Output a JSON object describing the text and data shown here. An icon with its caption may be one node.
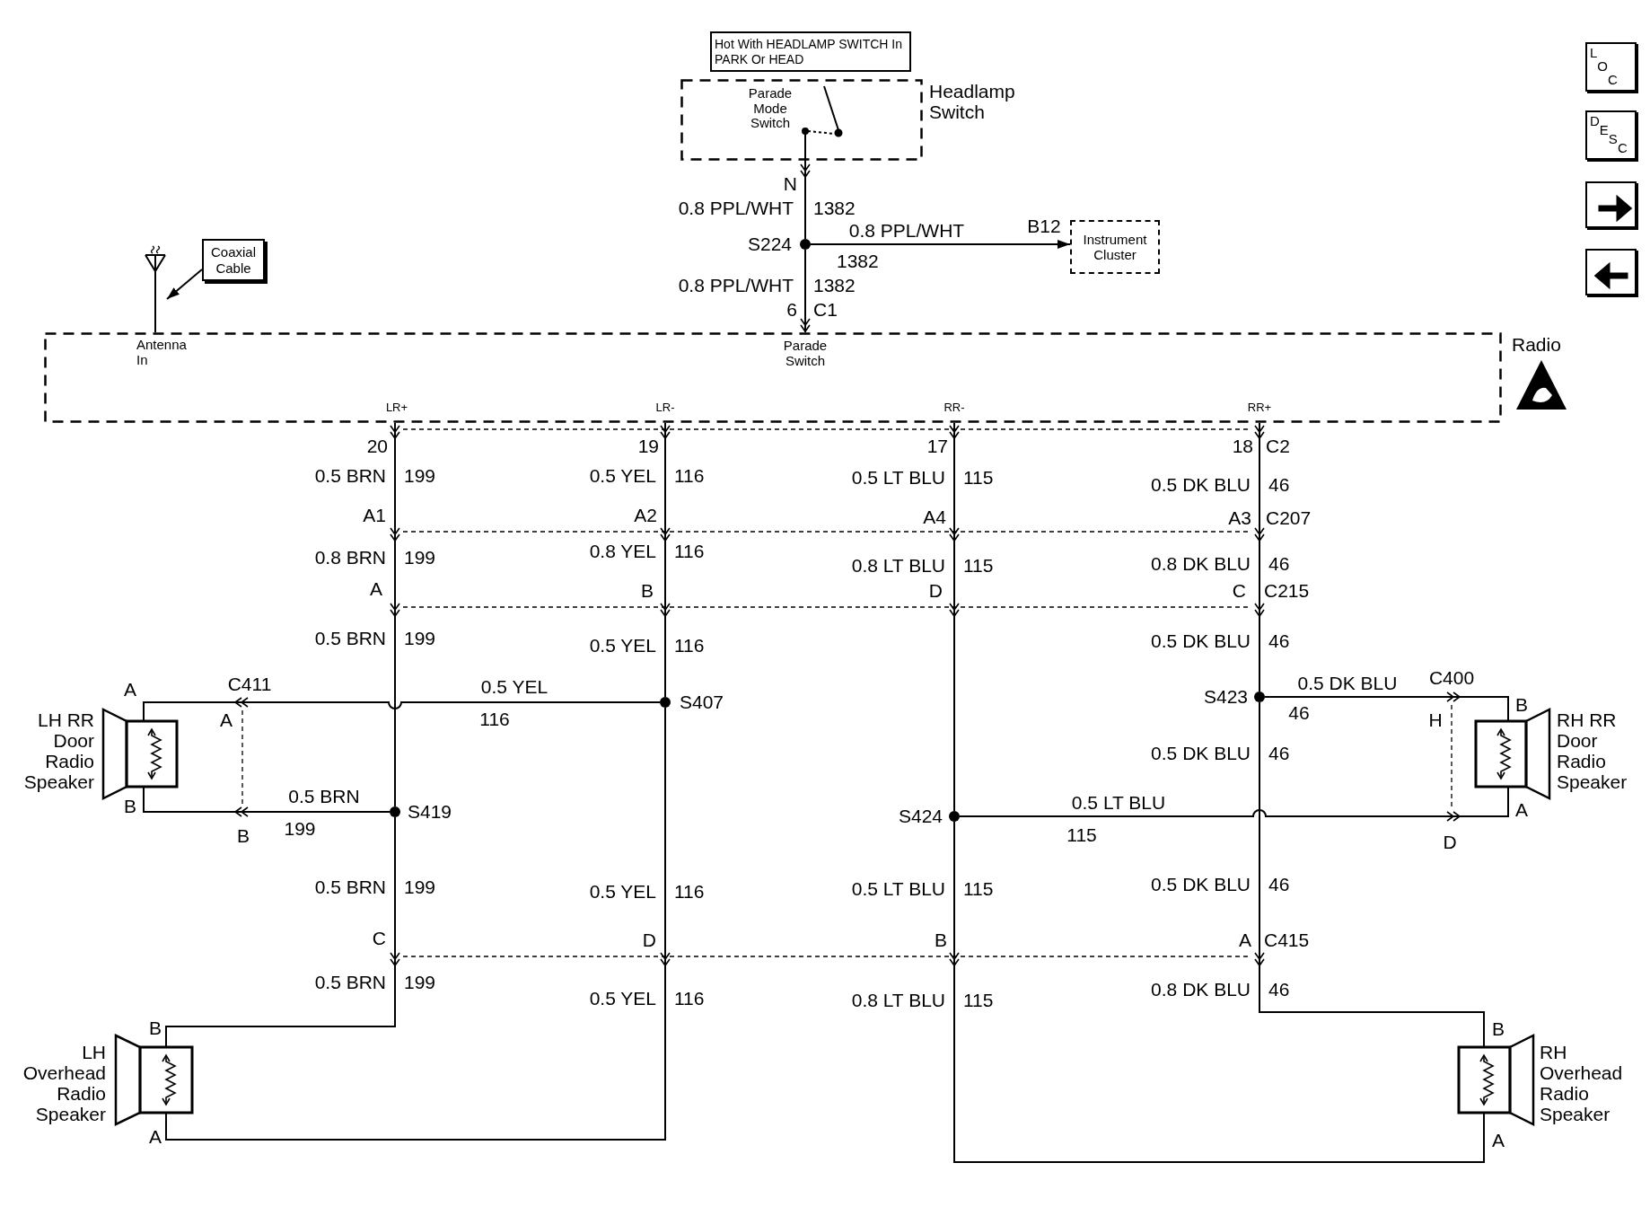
{
  "diagram": {
    "nodes": [
      {
        "text": [
          "Hot With HEADLAMP SWITCH In PARK Or HEAD"
        ]
      },
      {
        "text": [
          "Parade Mode Switch",
          "Headlamp Switch"
        ]
      },
      {
        "text": [
          "Coaxial Cable"
        ]
      },
      {
        "text": [],
        "shape": "picture"
      },
      {
        "text": [],
        "shape": "circle",
        "beside": [
          "S224"
        ]
      },
      {
        "text": [
          "Instrument Cluster"
        ]
      },
      {
        "text": [
          "Antenna In",
          "Parade Switch",
          "Radio",
          "LR+",
          "LR-",
          "RR-",
          "RR+"
        ]
      },
      {
        "text": [],
        "shape": "circle",
        "beside": [
          "S407"
        ]
      },
      {
        "text": [],
        "shape": "circle",
        "beside": [
          "S423"
        ]
      },
      {
        "text": [
          "LH RR Door Radio Speaker"
        ]
      },
      {
        "text": [
          "RH RR Door Radio Speaker"
        ]
      },
      {
        "text": [],
        "shape": "circle",
        "beside": [
          "S419"
        ]
      },
      {
        "text": [],
        "shape": "circle",
        "beside": [
          "S424"
        ]
      },
      {
        "text": [
          "LH Overhead Radio Speaker"
        ]
      },
      {
        "text": [
          "RH Overhead Radio Speaker"
        ]
      }
    ],
    "edges": [
      {
        "from": 1,
        "to": 4,
        "arrow": "other"
      },
      {
        "from": 4,
        "to": 5,
        "arrow": "to"
      },
      {
        "from": 4,
        "to": 6,
        "arrow": "to"
      },
      {
        "from": 2,
        "to": 3,
        "arrow": "to"
      },
      {
        "from": 3,
        "to": 6,
        "arrow": "none"
      },
      {
        "from": 6,
        "to": 11,
        "arrow": "to"
      },
      {
        "from": 11,
        "to": 9,
        "arrow": "to"
      },
      {
        "from": 11,
        "to": 13,
        "arrow": "to"
      },
      {
        "from": 6,
        "to": 7,
        "arrow": "to"
      },
      {
        "from": 7,
        "to": 9,
        "arrow": "to"
      },
      {
        "from": 7,
        "to": 13,
        "arrow": "to"
      },
      {
        "from": 6,
        "to": 12,
        "arrow": "to"
      },
      {
        "from": 12,
        "to": 10,
        "arrow": "to"
      },
      {
        "from": 12,
        "to": 14,
        "arrow": "to"
      },
      {
        "from": 6,
        "to": 8,
        "arrow": "to"
      },
      {
        "from": 8,
        "to": 10,
        "arrow": "to"
      },
      {
        "from": 8,
        "to": 14,
        "arrow": "to"
      }
    ],
    "labels": [
      "N",
      "0.8 PPL/WHT",
      "1382",
      "0.8 PPL/WHT",
      "B12",
      "1382",
      "0.8 PPL/WHT",
      "1382",
      "6",
      "C1",
      "20",
      "19",
      "17",
      "18",
      "C2",
      "0.5 BRN",
      "199",
      "0.5 YEL",
      "116",
      "0.5 LT BLU",
      "115",
      "0.5 DK BLU",
      "46",
      "A1",
      "A2",
      "A4",
      "A3",
      "C207",
      "0.8 BRN",
      "199",
      "0.8 YEL",
      "116",
      "0.8 LT BLU",
      "115",
      "0.8 DK BLU",
      "46",
      "A",
      "B",
      "D",
      "C",
      "C215",
      "0.5 BRN",
      "199",
      "0.5 YEL",
      "116",
      "0.5 DK BLU",
      "46",
      "A",
      "C411",
      "0.5 YEL",
      "A",
      "116",
      "0.5 DK BLU",
      "C400",
      "46",
      "H",
      "B",
      "0.5 DK BLU",
      "46",
      "B",
      "0.5 BRN",
      "B",
      "199",
      "0.5 LT BLU",
      "A",
      "115",
      "D",
      "0.5 BRN",
      "199",
      "0.5 YEL",
      "116",
      "0.5 LT BLU",
      "115",
      "0.5 DK BLU",
      "46",
      "C",
      "D",
      "B",
      "A",
      "C415",
      "0.5 BRN",
      "199",
      "0.5 YEL",
      "116",
      "0.8 LT BLU",
      "115",
      "0.8 DK BLU",
      "46",
      "B",
      "B",
      "A",
      "A",
      "LOC",
      "DESC"
    ]
  }
}
